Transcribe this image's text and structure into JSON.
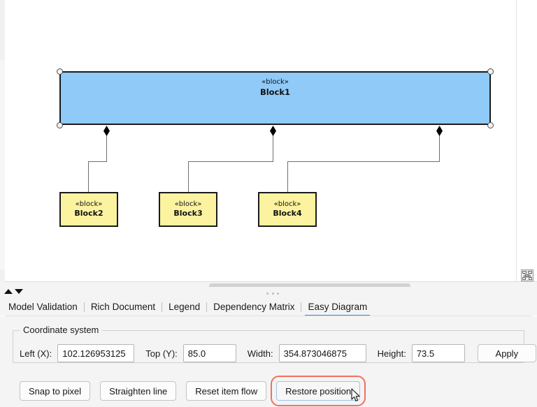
{
  "canvas": {
    "name": "diagram-canvas",
    "minimap_icon": "diagram-overview-icon",
    "blocks": [
      {
        "id": "block1",
        "stereotype": "«block»",
        "name": "Block1",
        "fill": "#8fcaf8",
        "selected": true
      },
      {
        "id": "block2",
        "stereotype": "«block»",
        "name": "Block2",
        "fill": "#fbf3a0",
        "selected": false
      },
      {
        "id": "block3",
        "stereotype": "«block»",
        "name": "Block3",
        "fill": "#fbf3a0",
        "selected": false
      },
      {
        "id": "block4",
        "stereotype": "«block»",
        "name": "Block4",
        "fill": "#fbf3a0",
        "selected": false
      }
    ],
    "relationships": [
      {
        "type": "composition",
        "from": "block1",
        "to": "block2"
      },
      {
        "type": "composition",
        "from": "block1",
        "to": "block3"
      },
      {
        "type": "composition",
        "from": "block1",
        "to": "block4"
      }
    ]
  },
  "splitter": {
    "collapse_up_icon": "triangle-up-icon",
    "collapse_down_icon": "triangle-down-icon",
    "grip_icon": "grip-dots-icon"
  },
  "tabs": {
    "items": [
      {
        "label": "Model Validation",
        "active": false
      },
      {
        "label": "Rich Document",
        "active": false
      },
      {
        "label": "Legend",
        "active": false
      },
      {
        "label": "Dependency Matrix",
        "active": false
      },
      {
        "label": "Easy Diagram",
        "active": true
      }
    ],
    "active_underline_color": "#3d87d6"
  },
  "panel": {
    "group_title": "Coordinate system",
    "fields": [
      {
        "label": "Left (X):",
        "value": "102.126953125"
      },
      {
        "label": "Top (Y):",
        "value": "85.0"
      },
      {
        "label": "Width:",
        "value": "354.873046875"
      },
      {
        "label": "Height:",
        "value": "73.5"
      }
    ],
    "apply_label": "Apply",
    "actions": [
      {
        "label": "Snap to pixel",
        "highlighted": false
      },
      {
        "label": "Straighten line",
        "highlighted": false
      },
      {
        "label": "Reset item flow",
        "highlighted": false
      },
      {
        "label": "Restore position",
        "highlighted": true
      }
    ],
    "highlight_color": "#f2705e"
  }
}
